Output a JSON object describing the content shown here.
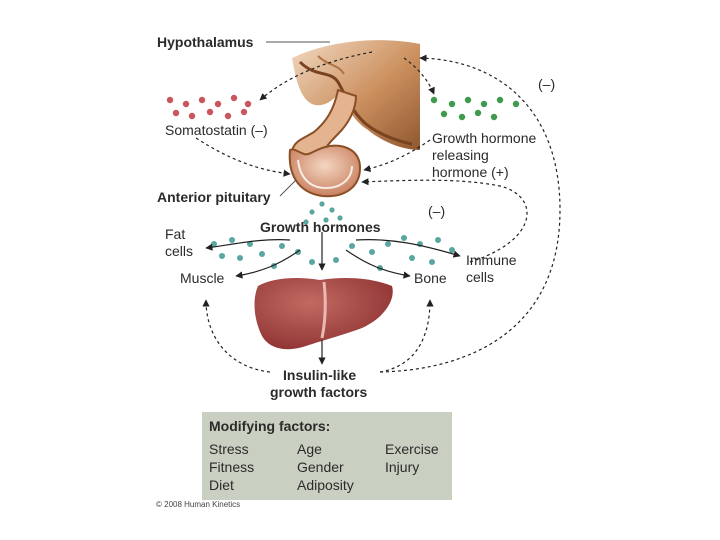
{
  "labels": {
    "hypothalamus": "Hypothalamus",
    "somatostatin": "Somatostatin (–)",
    "ghrh_line1": "Growth hormone",
    "ghrh_line2": "releasing",
    "ghrh_line3": "hormone (+)",
    "anterior_pituitary": "Anterior pituitary",
    "growth_hormones": "Growth hormones",
    "fat_line1": "Fat",
    "fat_line2": "cells",
    "muscle": "Muscle",
    "bone": "Bone",
    "immune_line1": "Immune",
    "immune_line2": "cells",
    "igf_line1": "Insulin-like",
    "igf_line2": "growth factors",
    "neg_feedback_top": "(–)",
    "neg_feedback_mid": "(–)"
  },
  "modifying_factors": {
    "title": "Modifying factors:",
    "col1": [
      "Stress",
      "Fitness",
      "Diet"
    ],
    "col2": [
      "Age",
      "Gender",
      "Adiposity"
    ],
    "col3": [
      "Exercise",
      "Injury"
    ]
  },
  "credit": "© 2008 Human Kinetics",
  "colors": {
    "somatostatin_dots": "#c9565e",
    "ghrh_dots": "#3f9a4e",
    "gh_dots": "#5aa6a0",
    "hypothalamus_dark": "#9b5c2e",
    "hypothalamus_light": "#e6c3a0",
    "pituitary": "#c98a6a",
    "liver": "#9e3b3b",
    "box_bg": "#c9cfc1"
  }
}
